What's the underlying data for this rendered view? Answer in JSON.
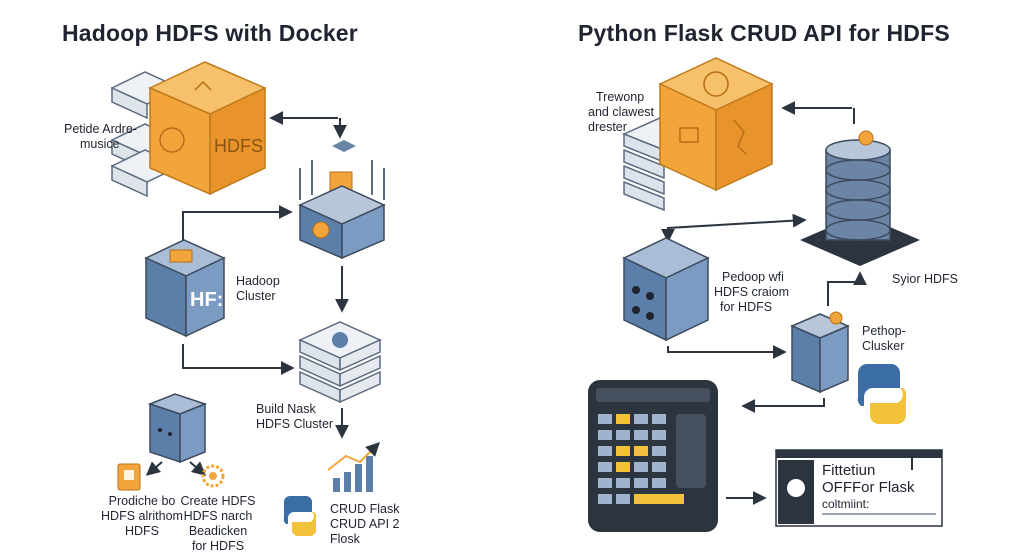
{
  "left": {
    "title": "Hadoop HDFS with Docker",
    "labels": {
      "top": [
        "Petide Ardre-",
        "musice"
      ],
      "cube_text": "HDFS",
      "hadoop": [
        "Hadoop",
        "Cluster"
      ],
      "hadoop_cube_text": "HF:",
      "build": [
        "Build Nask",
        "HDFS Cluster"
      ],
      "bottom1": [
        "Prodiche bo",
        "HDFS alrithom",
        "HDFS"
      ],
      "bottom2": [
        "Create HDFS",
        "HDFS narch",
        "Beadicken",
        "for HDFS"
      ],
      "bottom3": [
        "CRUD Flask",
        "CRUD API 2",
        "Flosk"
      ]
    }
  },
  "right": {
    "title": "Python Flask CRUD API for HDFS",
    "labels": {
      "top": [
        "Trewonp",
        "and clawest",
        "drester"
      ],
      "syior": "Syior HDFS",
      "pedoop": [
        "Pedoop wfi",
        "HDFS craiom",
        "for HDFS"
      ],
      "pethop": [
        "Pethop-",
        "Clusker"
      ],
      "app": [
        "Fittetiun",
        "OFFFor Flask",
        "coltmiint:"
      ]
    }
  },
  "colors": {
    "orange": "#f2a53a",
    "blue": "#5b7fa8",
    "dark": "#2c3440",
    "gray": "#d9dde3"
  }
}
